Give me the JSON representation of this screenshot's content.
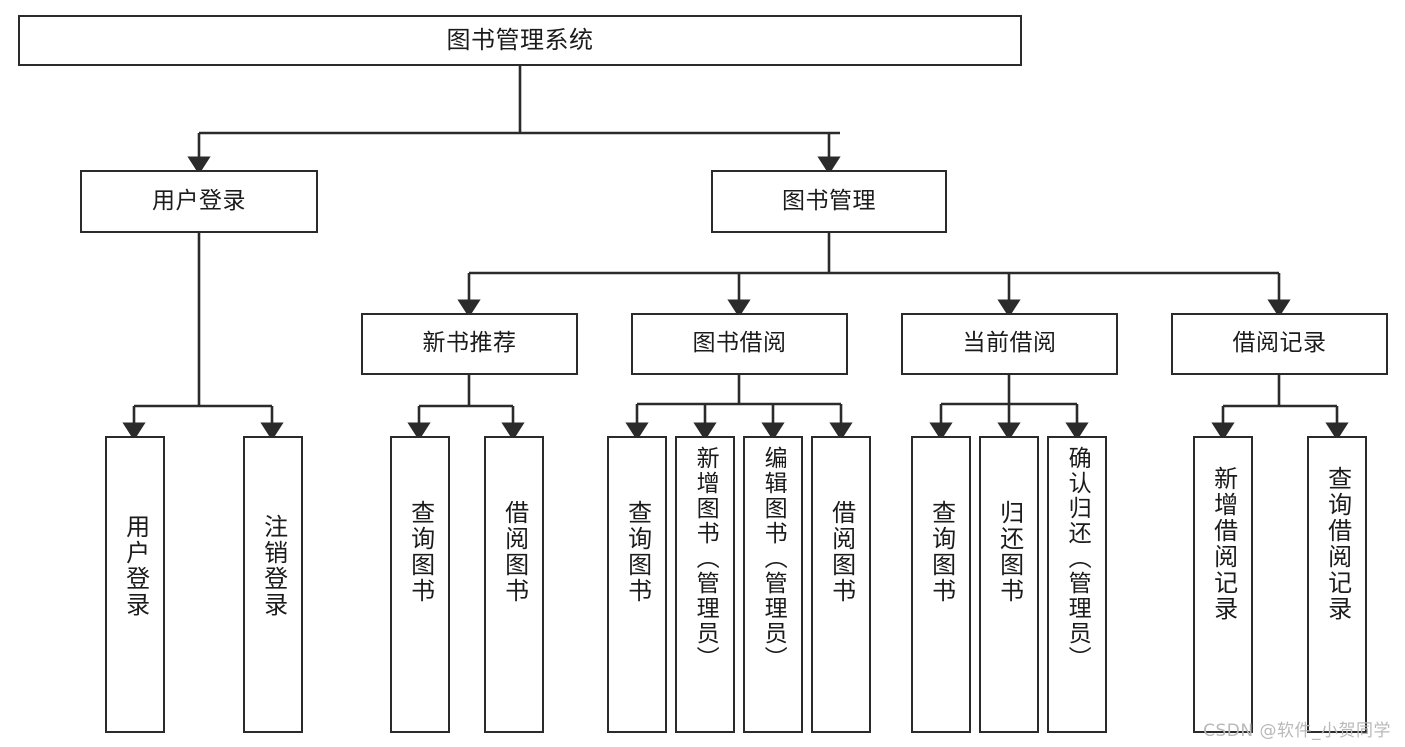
{
  "diagram": {
    "title": "图书管理系统",
    "watermark": "CSDN @软件_小贺同学",
    "stroke_color": "#2b2b2b",
    "background_color": "#ffffff",
    "text_color": "#1b1b1b",
    "root": {
      "label": "图书管理系统"
    },
    "level2": [
      {
        "label": "用户登录"
      },
      {
        "label": "图书管理"
      }
    ],
    "level3": [
      {
        "label": "新书推荐"
      },
      {
        "label": "图书借阅"
      },
      {
        "label": "当前借阅"
      },
      {
        "label": "借阅记录"
      }
    ],
    "leaves": {
      "user_login": [
        {
          "label": "用户登录"
        },
        {
          "label": "注销登录"
        }
      ],
      "new_book_recommend": [
        {
          "label": "查询图书"
        },
        {
          "label": "借阅图书"
        }
      ],
      "book_borrow": [
        {
          "label": "查询图书"
        },
        {
          "label": "新增图书（管理员）"
        },
        {
          "label": "编辑图书（管理员）"
        },
        {
          "label": "借阅图书"
        }
      ],
      "current_borrow": [
        {
          "label": "查询图书"
        },
        {
          "label": "归还图书"
        },
        {
          "label": "确认归还（管理员）"
        }
      ],
      "borrow_record": [
        {
          "label": "新增借阅记录"
        },
        {
          "label": "查询借阅记录"
        }
      ]
    }
  }
}
